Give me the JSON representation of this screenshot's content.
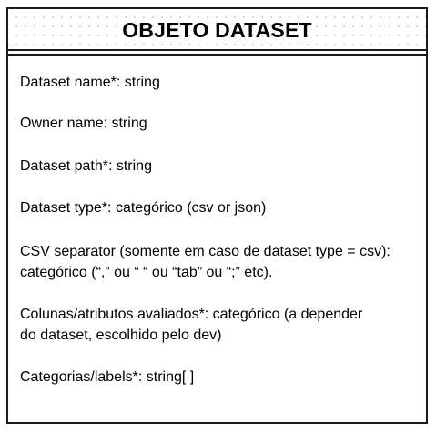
{
  "title": "OBJETO DATASET",
  "fields": [
    "Dataset name*: string",
    "Owner name: string",
    "Dataset path*: string",
    "Dataset type*: categórico (csv or json)",
    "CSV separator (somente em caso de dataset type = csv):",
    "categórico (“,” ou “ “ ou “tab” ou “;” etc).",
    "Colunas/atributos avaliados*: categórico (a depender",
    "do dataset, escolhido pelo dev)",
    "Categorias/labels*: string[ ]"
  ]
}
